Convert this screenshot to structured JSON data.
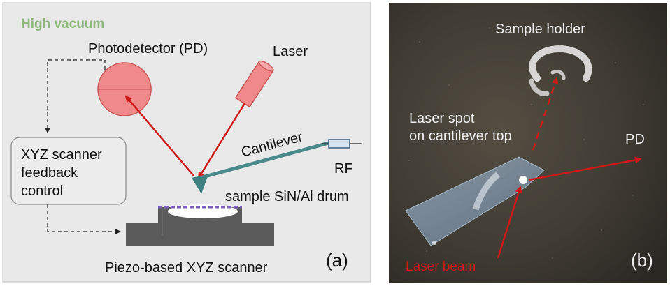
{
  "panel_a": {
    "environment_label": "High vacuum",
    "photodetector_label": "Photodetector (PD)",
    "laser_label": "Laser",
    "cantilever_label": "Cantilever",
    "rf_label": "RF",
    "feedback_box": {
      "line1": "XYZ scanner",
      "line2": "feedback",
      "line3": "control"
    },
    "sample_label": "sample SiN/Al drum",
    "scanner_label": "Piezo-based XYZ scanner",
    "panel_tag": "(a)"
  },
  "panel_b": {
    "sample_holder_label": "Sample holder",
    "laser_spot_line1": "Laser spot",
    "laser_spot_line2": "on cantilever top",
    "pd_label": "PD",
    "laser_beam_label": "Laser beam",
    "panel_tag": "(b)"
  },
  "colors": {
    "vacuum_green": "#8db87a",
    "photodetector_fill": "#f08a8a",
    "beam_red": "#d01818",
    "cantilever_teal": "#4a8a8a",
    "scanner_gray": "#5a5a5a",
    "panel_a_bg": "#e9e9e9",
    "photo_bg": "#3d3a33"
  }
}
